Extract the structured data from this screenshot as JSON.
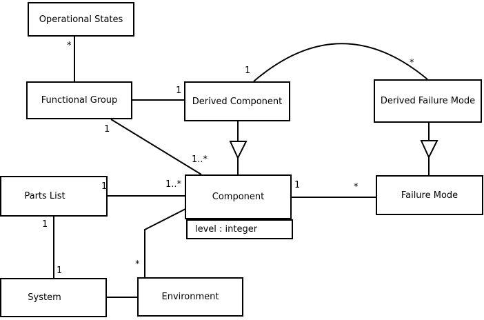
{
  "diagram": {
    "type": "uml-class-diagram",
    "colors": {
      "background": "#ffffff",
      "box_fill": "#ffffff",
      "line": "#000000",
      "text": "#000000"
    },
    "classes": {
      "operational_states": {
        "name": "Operational States"
      },
      "functional_group": {
        "name": "Functional Group"
      },
      "derived_component": {
        "name": "Derived Component"
      },
      "derived_failure_mode": {
        "name": "Derived Failure Mode"
      },
      "parts_list": {
        "name": "Parts List"
      },
      "component": {
        "name": "Component",
        "attributes": [
          "level : integer"
        ]
      },
      "failure_mode": {
        "name": "Failure Mode"
      },
      "system": {
        "name": "System"
      },
      "environment": {
        "name": "Environment"
      }
    },
    "relationships": [
      {
        "from": "Operational States",
        "to": "Functional Group",
        "type": "association",
        "from_label": "*",
        "to_label": ""
      },
      {
        "from": "Functional Group",
        "to": "Derived Component",
        "type": "association",
        "from_label": "",
        "to_label": "1"
      },
      {
        "from": "Derived Component",
        "to": "Derived Failure Mode",
        "type": "association",
        "style": "arc",
        "from_label": "1",
        "to_label": "*"
      },
      {
        "from": "Functional Group",
        "to": "Component",
        "type": "association",
        "from_label": "1",
        "to_label": "1..*"
      },
      {
        "from": "Parts List",
        "to": "Component",
        "type": "association",
        "from_label": "1",
        "to_label": "1..*"
      },
      {
        "from": "Parts List",
        "to": "System",
        "type": "association",
        "from_label": "1",
        "to_label": "1"
      },
      {
        "from": "Component",
        "to": "Failure Mode",
        "type": "association",
        "from_label": "1",
        "to_label": "*"
      },
      {
        "from": "Environment",
        "to": "Component",
        "type": "association",
        "from_label": "*",
        "to_label": ""
      },
      {
        "from": "System",
        "to": "Environment",
        "type": "association",
        "from_label": "",
        "to_label": ""
      },
      {
        "from": "Derived Component",
        "to": "Component",
        "type": "generalization"
      },
      {
        "from": "Derived Failure Mode",
        "to": "Failure Mode",
        "type": "generalization"
      }
    ]
  }
}
